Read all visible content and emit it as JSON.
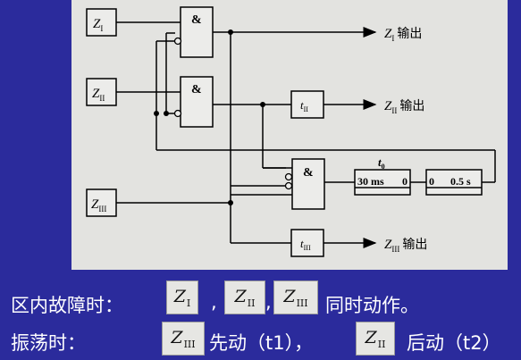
{
  "diagram": {
    "relays": [
      {
        "id": "z1",
        "label": "Z",
        "sub": "I"
      },
      {
        "id": "z2",
        "label": "Z",
        "sub": "II"
      },
      {
        "id": "z3",
        "label": "Z",
        "sub": "III"
      }
    ],
    "and_gate_symbol": "&",
    "timers": [
      {
        "id": "t2",
        "label": "t",
        "sub": "II"
      },
      {
        "id": "t3",
        "label": "t",
        "sub": "III"
      }
    ],
    "t0_label": "t",
    "t0_sub": "0",
    "delay_box_1": {
      "left": "30 ms",
      "right": "0"
    },
    "delay_box_2": {
      "left": "0",
      "right": "0.5 s"
    },
    "outputs": [
      {
        "id": "out1",
        "z": "Z",
        "sub": "I",
        "text": "输出"
      },
      {
        "id": "out2",
        "z": "Z",
        "sub": "II",
        "text": "输出"
      },
      {
        "id": "out3",
        "z": "Z",
        "sub": "III",
        "text": "输出"
      }
    ]
  },
  "caption": {
    "line1": {
      "prefix": "区内故障时：",
      "chip1": {
        "z": "Z",
        "sub": "I"
      },
      "sep1": ",",
      "chip2": {
        "z": "Z",
        "sub": "II"
      },
      "sep2": ",",
      "chip3": {
        "z": "Z",
        "sub": "III"
      },
      "suffix": "同时动作。"
    },
    "line2": {
      "prefix": "振荡时：",
      "chip1": {
        "z": "Z",
        "sub": "III"
      },
      "mid": "先动（t1），",
      "chip2": {
        "z": "Z",
        "sub": "II"
      },
      "suffix": "后动（t2）"
    }
  }
}
